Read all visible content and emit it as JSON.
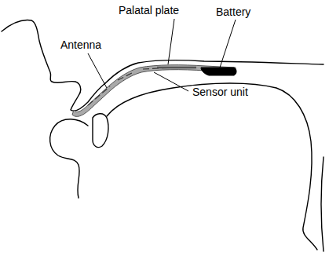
{
  "diagram": {
    "labels": [
      "Palatal plate",
      "Battery",
      "Antenna",
      "Sensor unit"
    ]
  }
}
